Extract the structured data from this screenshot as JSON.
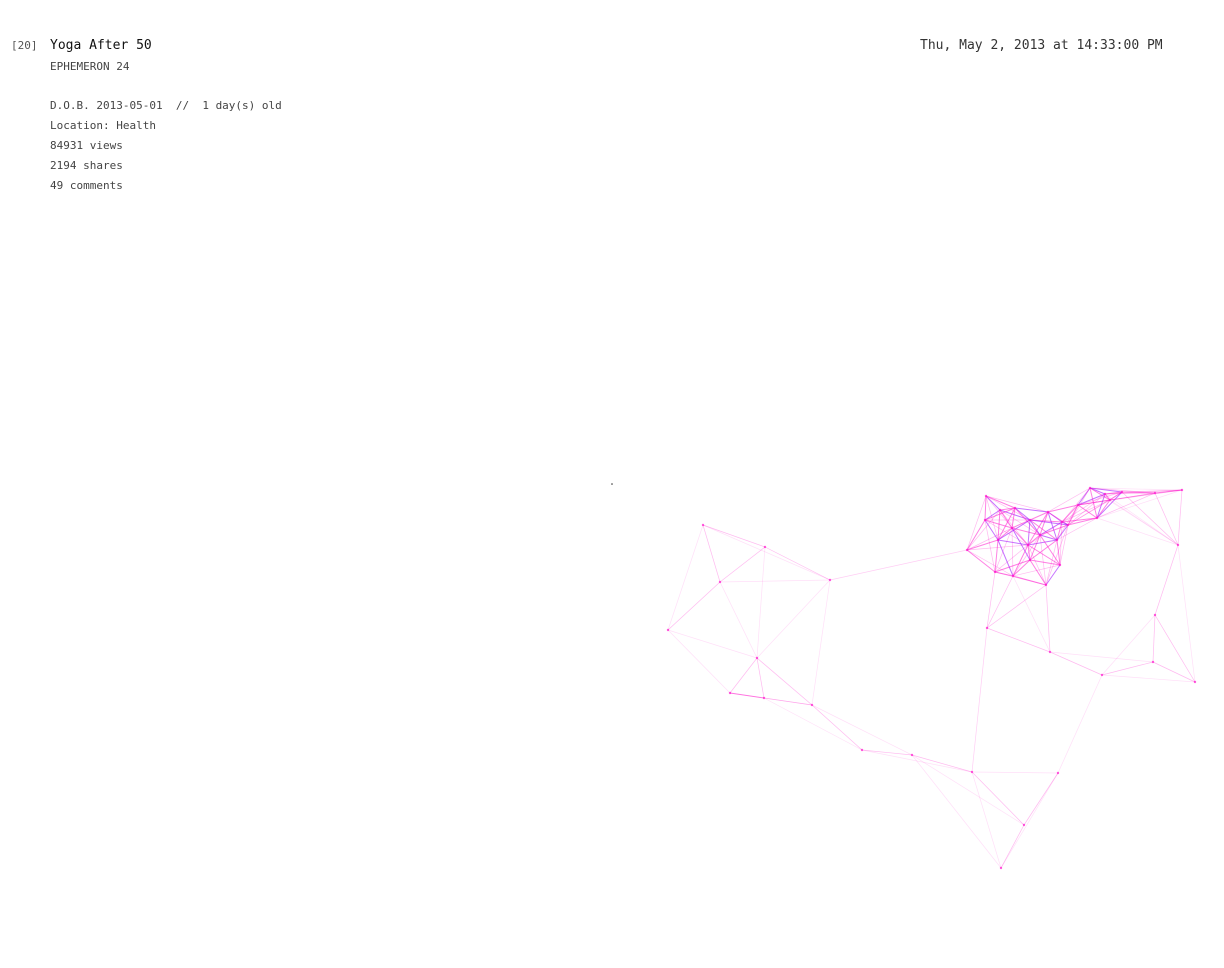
{
  "header": {
    "index": "[20]",
    "title": "Yoga After 50",
    "subtitle": "EPHEMERON 24",
    "timestamp": "Thu, May 2, 2013 at 14:33:00 PM"
  },
  "info": {
    "dob": "D.O.B. 2013-05-01  //  1 day(s) old",
    "location": "Location: Health",
    "views": "84931 views",
    "shares": "2194 shares",
    "comments": "49 comments"
  },
  "visualization": {
    "type": "network",
    "edge_color": "#ff1acd",
    "accent_color": "#9900ff"
  }
}
